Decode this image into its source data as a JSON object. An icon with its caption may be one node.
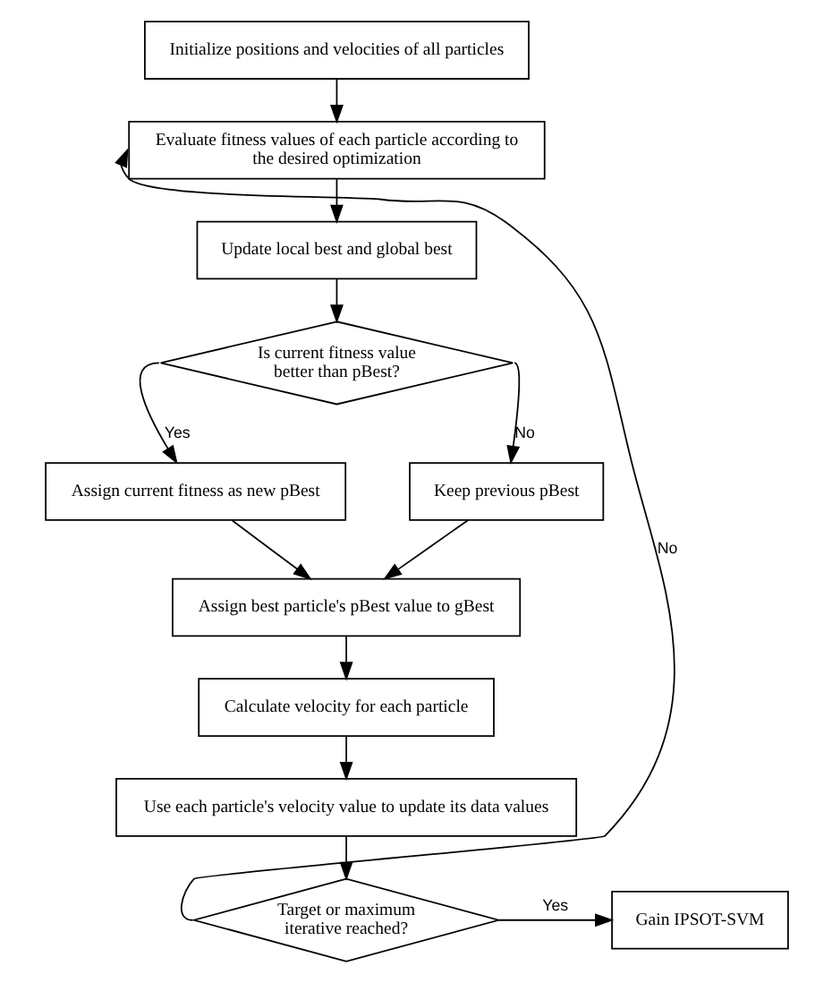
{
  "diagram": {
    "nodes": [
      {
        "text": [
          "Initialize positions and velocities of all particles"
        ]
      },
      {
        "text": [
          "Evaluate fitness values of each particle according to the desired optimization"
        ]
      },
      {
        "text": [
          "Update local best and global best"
        ]
      },
      {
        "text": [
          "Is current fitness value better than pBest?"
        ]
      },
      {
        "text": [
          "Assign current fitness as new pBest"
        ]
      },
      {
        "text": [
          "Keep previous pBest"
        ]
      },
      {
        "text": [
          "Assign best particle's pBest value to gBest"
        ]
      },
      {
        "text": [
          "Calculate velocity for each particle"
        ]
      },
      {
        "text": [
          "Use each particle's velocity value to update its data values"
        ]
      },
      {
        "text": [
          "Target or maximum iterative reached?"
        ]
      },
      {
        "text": [
          "Gain IPSOT-SVM"
        ]
      }
    ],
    "edges": [
      {
        "from": 0,
        "to": 1,
        "arrow": "to"
      },
      {
        "from": 1,
        "to": 2,
        "arrow": "to"
      },
      {
        "from": 2,
        "to": 3,
        "arrow": "to"
      },
      {
        "from": 3,
        "to": 4,
        "arrow": "to",
        "label": "Yes"
      },
      {
        "from": 3,
        "to": 5,
        "arrow": "to",
        "label": "No"
      },
      {
        "from": 4,
        "to": 6,
        "arrow": "to"
      },
      {
        "from": 5,
        "to": 6,
        "arrow": "to"
      },
      {
        "from": 6,
        "to": 7,
        "arrow": "to"
      },
      {
        "from": 7,
        "to": 8,
        "arrow": "to"
      },
      {
        "from": 8,
        "to": 9,
        "arrow": "to"
      },
      {
        "from": 9,
        "to": 10,
        "arrow": "to",
        "label": "Yes"
      },
      {
        "from": 9,
        "to": 1,
        "arrow": "to",
        "label": "No"
      }
    ]
  }
}
